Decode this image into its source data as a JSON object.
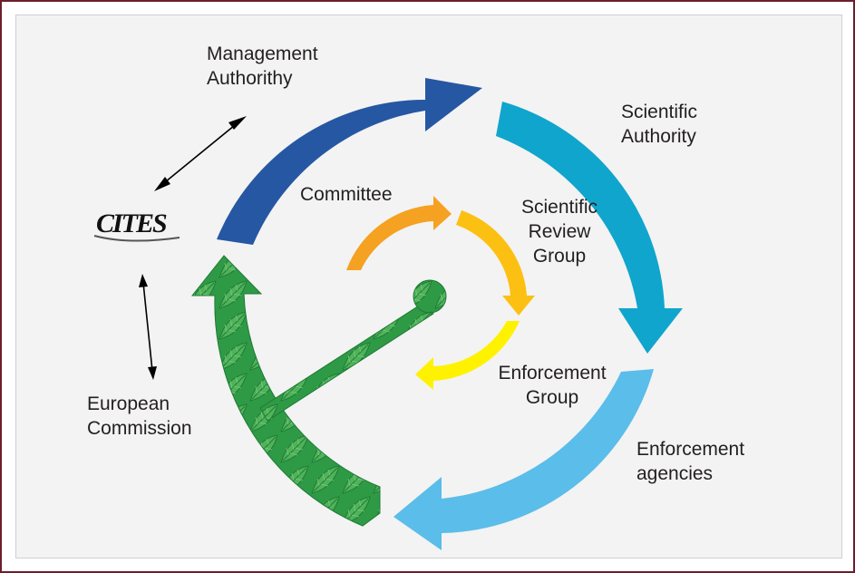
{
  "outer_labels": {
    "management_line1": "Management",
    "management_line2": "Authorithy",
    "scientific_line1": "Scientific",
    "scientific_line2": "Authority",
    "enforcement_line1": "Enforcement",
    "enforcement_line2": "agencies",
    "commission_line1": "European",
    "commission_line2": "Commission"
  },
  "inner_labels": {
    "committee": "Committee",
    "srg_line1": "Scientific",
    "srg_line2": "Review",
    "srg_line3": "Group",
    "eg_line1": "Enforcement",
    "eg_line2": "Group"
  },
  "logo": {
    "text": "CITES",
    "icon": "cites-logo"
  },
  "colors": {
    "frame": "#6b1f2b",
    "management_arrow": "#2657a3",
    "scientific_arrow": "#10a5cc",
    "enforcement_arrow": "#5bbde9",
    "leaf_green": "#2e9a45",
    "committee_arrow": "#f5a122",
    "srg_arrow": "#fcc012",
    "eg_arrow": "#fff200"
  }
}
